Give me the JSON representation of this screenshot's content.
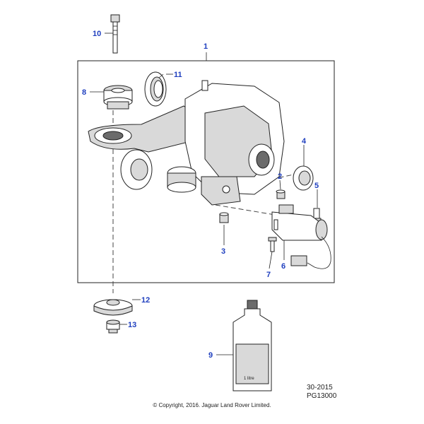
{
  "callouts": {
    "c1": "1",
    "c2": "2",
    "c3": "3",
    "c4": "4",
    "c5": "5",
    "c6": "6",
    "c7": "7",
    "c8": "8",
    "c9": "9",
    "c10": "10",
    "c11": "11",
    "c12": "12",
    "c13": "13"
  },
  "bottle_label": "1 litre",
  "reference": {
    "section": "30-2015",
    "plate": "PG13000"
  },
  "copyright": "© Copyright, 2016. Jaguar Land Rover Limited.",
  "colors": {
    "callout": "#1f3fbf",
    "line": "#222222"
  }
}
